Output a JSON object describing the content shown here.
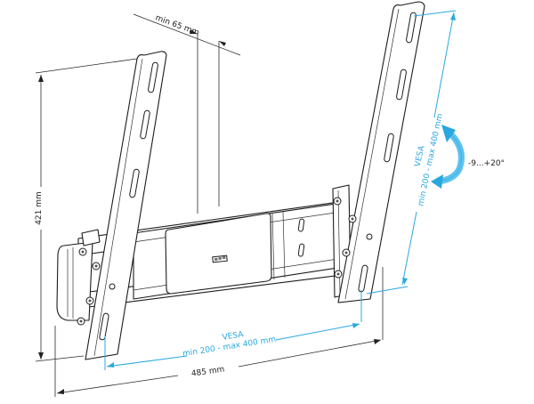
{
  "diagram": {
    "type": "technical-drawing",
    "subject": "tilting TV wall mount",
    "colors": {
      "accent": "#29a8e0",
      "line": "#1c1c1c",
      "background": "#ffffff"
    },
    "dimensions": {
      "height": {
        "label": "421 mm"
      },
      "width": {
        "label": "485 mm"
      },
      "wall_gap": {
        "label": "min 65 mm"
      },
      "vesa_horizontal": {
        "title": "VESA",
        "range": "min 200 - max 400 mm"
      },
      "vesa_vertical": {
        "title": "VESA",
        "range": "min 200 - max 400 mm"
      },
      "tilt": {
        "label": "-9...+20°"
      }
    }
  }
}
